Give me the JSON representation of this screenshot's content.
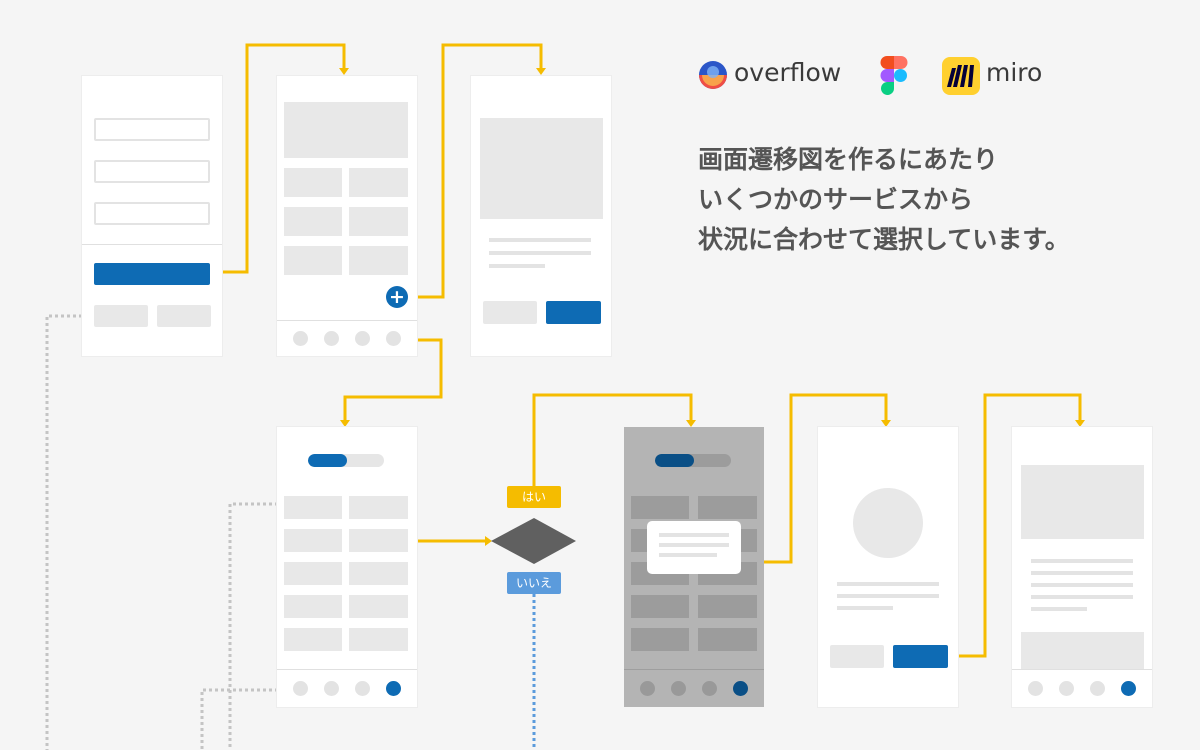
{
  "brands": {
    "overflow": "overflow",
    "figma_icon": "figma-icon",
    "miro": "miro"
  },
  "headline": {
    "line1": "画面遷移図を作るにあたり",
    "line2": "いくつかのサービスから",
    "line3": "状況に合わせて選択しています。"
  },
  "decision": {
    "yes_label": "はい",
    "no_label": "いいえ"
  },
  "colors": {
    "accent_blue": "#0e6bb4",
    "connector_yellow": "#f5bc00",
    "connector_gray": "#c4c4c4",
    "connector_blue": "#5b9bdc",
    "decision_diamond": "#606060"
  },
  "icons": [
    "plus-icon",
    "overflow-logo-icon",
    "figma-icon",
    "miro-logo-icon"
  ]
}
